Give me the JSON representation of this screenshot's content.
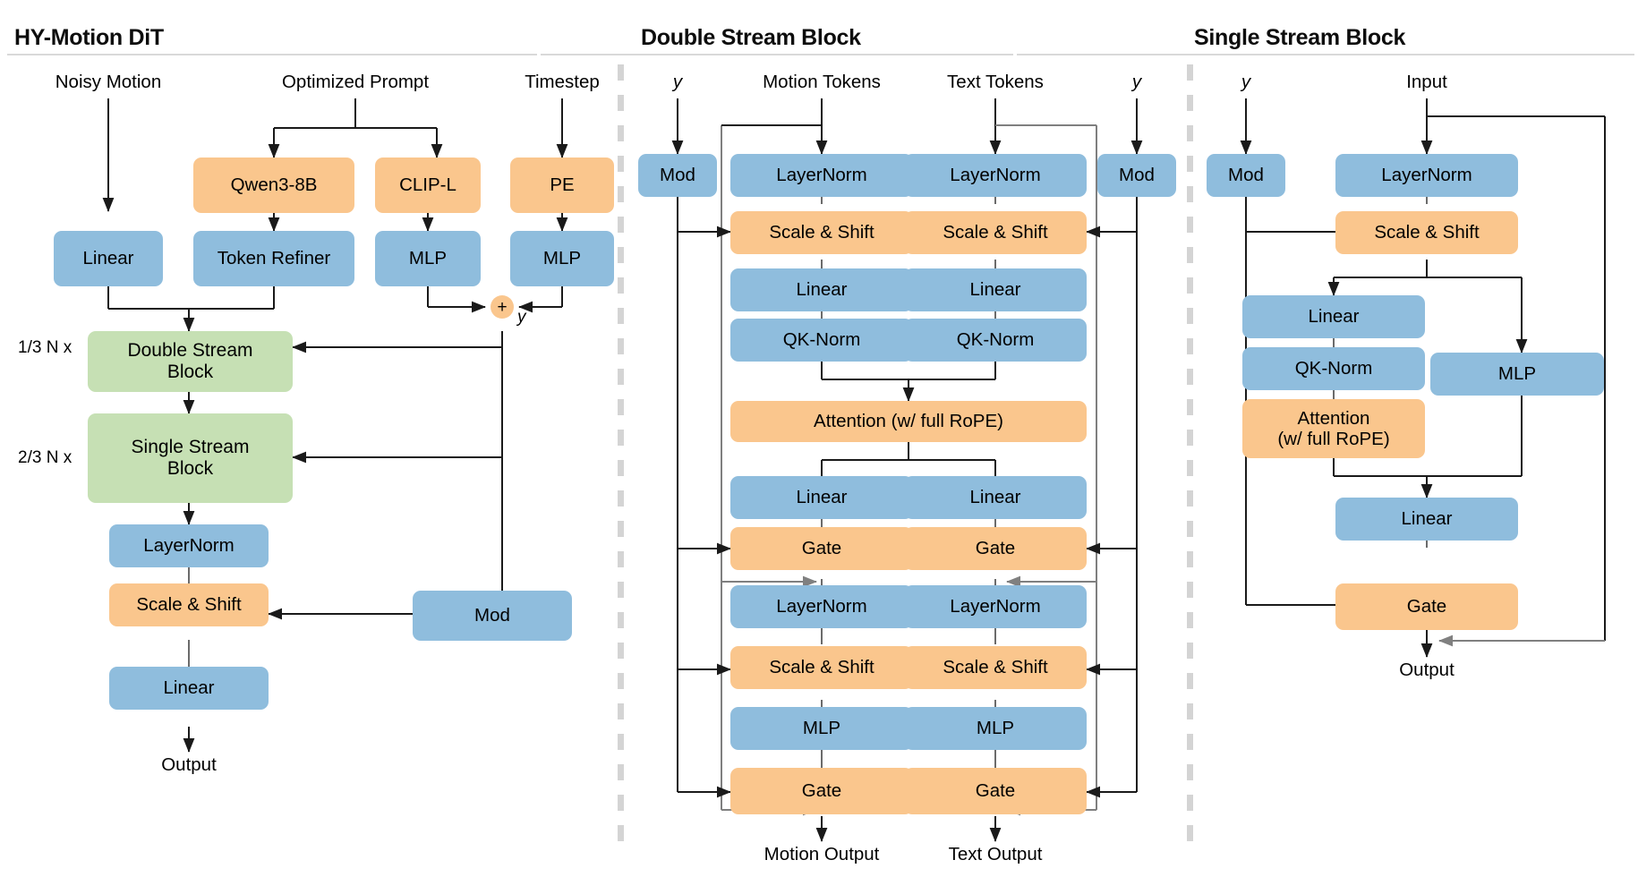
{
  "figure": {
    "panels": [
      {
        "id": "hy_motion_dit",
        "title": "HY-Motion DiT"
      },
      {
        "id": "double_stream_block",
        "title": "Double Stream Block"
      },
      {
        "id": "single_stream_block",
        "title": "Single Stream Block"
      }
    ],
    "colors": {
      "blue": "#8fbddd",
      "orange": "#fac68d",
      "green": "#c6e0b4",
      "arrow": "#1a1a1a",
      "arrow_gray": "#7f7f7f",
      "divider": "#d4d4d4",
      "rule": "#d9d9d9",
      "background": "#ffffff"
    }
  },
  "panel1": {
    "title": "HY-Motion DiT",
    "inputs": {
      "noisy_motion": "Noisy Motion",
      "optimized_prompt": "Optimized Prompt",
      "timestep": "Timestep"
    },
    "nodes": {
      "qwen": "Qwen3-8B",
      "clip": "CLIP-L",
      "pe": "PE",
      "linear_in": "Linear",
      "token_refiner": "Token Refiner",
      "mlp_clip": "MLP",
      "mlp_pe": "MLP",
      "double_stream": "Double Stream\nBlock",
      "single_stream": "Single Stream\nBlock",
      "layernorm": "LayerNorm",
      "scale_shift": "Scale & Shift",
      "linear_out": "Linear",
      "mod": "Mod"
    },
    "annotations": {
      "plus": "+",
      "y": "y",
      "double_repeat": "1/3 N x",
      "single_repeat": "2/3 N x",
      "output": "Output"
    }
  },
  "panel2": {
    "title": "Double Stream Block",
    "inputs": {
      "y_left": "y",
      "motion_tokens": "Motion Tokens",
      "text_tokens": "Text Tokens",
      "y_right": "y"
    },
    "mod_left": "Mod",
    "mod_right": "Mod",
    "motion_stream": [
      "LayerNorm",
      "Scale & Shift",
      "Linear",
      "QK-Norm",
      "Linear",
      "Gate",
      "LayerNorm",
      "Scale & Shift",
      "MLP",
      "Gate"
    ],
    "text_stream": [
      "LayerNorm",
      "Scale & Shift",
      "Linear",
      "QK-Norm",
      "Linear",
      "Gate",
      "LayerNorm",
      "Scale & Shift",
      "MLP",
      "Gate"
    ],
    "attention": "Attention (w/ full RoPE)",
    "outputs": {
      "motion_output": "Motion Output",
      "text_output": "Text Output"
    }
  },
  "panel3": {
    "title": "Single Stream Block",
    "inputs": {
      "y": "y",
      "input": "Input"
    },
    "mod": "Mod",
    "nodes": {
      "layernorm": "LayerNorm",
      "scale_shift": "Scale & Shift",
      "linear_q": "Linear",
      "qk_norm": "QK-Norm",
      "attention": "Attention\n(w/ full RoPE)",
      "mlp": "MLP",
      "linear_out": "Linear",
      "gate": "Gate"
    },
    "output": "Output"
  }
}
